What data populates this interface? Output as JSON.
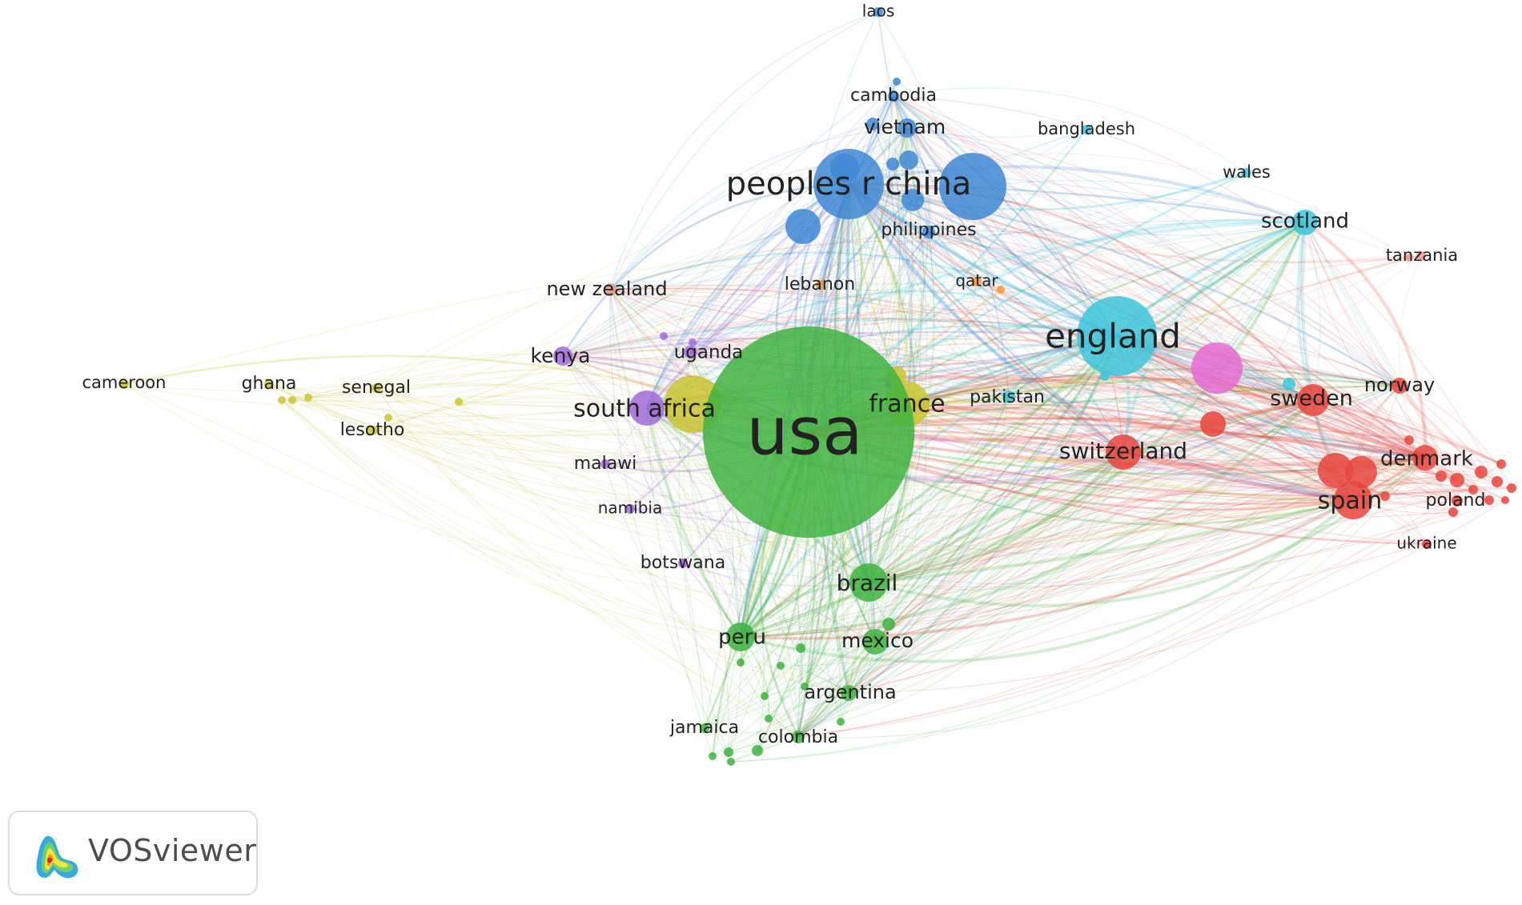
{
  "app": {
    "name": "VOSviewer"
  },
  "icons": {
    "logo": "vosviewer-logo-icon"
  },
  "colors": {
    "red": "#e8453c",
    "green": "#3fb33f",
    "blue": "#3f87d4",
    "yellow": "#c9c431",
    "purple": "#a06bd8",
    "cyan": "#3ec4d9",
    "orange": "#f29a2e",
    "pink": "#e46bd3",
    "salmon": "#ea9a8a",
    "brown": "#b58a52"
  },
  "network": {
    "nodes": [
      {
        "id": "usa",
        "label": "usa",
        "cluster": "green",
        "weight": 100,
        "fontsize": 82
      },
      {
        "id": "peoples_r_china",
        "label": "peoples r china",
        "cluster": "blue",
        "weight": 44,
        "fontsize": 40
      },
      {
        "id": "england",
        "label": "england",
        "cluster": "cyan",
        "weight": 42,
        "fontsize": 42
      },
      {
        "id": "south_africa",
        "label": "south africa",
        "cluster": "purple",
        "weight": 22,
        "fontsize": 30
      },
      {
        "id": "france",
        "label": "france",
        "cluster": "yellow",
        "weight": 20,
        "fontsize": 30
      },
      {
        "id": "brazil",
        "label": "brazil",
        "cluster": "green",
        "weight": 18,
        "fontsize": 28
      },
      {
        "id": "spain",
        "label": "spain",
        "cluster": "red",
        "weight": 20,
        "fontsize": 30
      },
      {
        "id": "switzerland",
        "label": "switzerland",
        "cluster": "red",
        "weight": 18,
        "fontsize": 28
      },
      {
        "id": "sweden",
        "label": "sweden",
        "cluster": "red",
        "weight": 16,
        "fontsize": 27
      },
      {
        "id": "denmark",
        "label": "denmark",
        "cluster": "red",
        "weight": 15,
        "fontsize": 26
      },
      {
        "id": "scotland",
        "label": "scotland",
        "cluster": "cyan",
        "weight": 14,
        "fontsize": 26
      },
      {
        "id": "peru",
        "label": "peru",
        "cluster": "green",
        "weight": 14,
        "fontsize": 26
      },
      {
        "id": "mexico",
        "label": "mexico",
        "cluster": "green",
        "weight": 12,
        "fontsize": 25
      },
      {
        "id": "vietnam",
        "label": "vietnam",
        "cluster": "blue",
        "weight": 12,
        "fontsize": 25
      },
      {
        "id": "kenya",
        "label": "kenya",
        "cluster": "purple",
        "weight": 12,
        "fontsize": 25
      },
      {
        "id": "norway",
        "label": "norway",
        "cluster": "red",
        "weight": 11,
        "fontsize": 24
      },
      {
        "id": "argentina",
        "label": "argentina",
        "cluster": "green",
        "weight": 10,
        "fontsize": 24
      },
      {
        "id": "new_zealand",
        "label": "new zealand",
        "cluster": "salmon",
        "weight": 10,
        "fontsize": 24
      },
      {
        "id": "uganda",
        "label": "uganda",
        "cluster": "purple",
        "weight": 10,
        "fontsize": 23
      },
      {
        "id": "philippines",
        "label": "philippines",
        "cluster": "blue",
        "weight": 9,
        "fontsize": 22
      },
      {
        "id": "cambodia",
        "label": "cambodia",
        "cluster": "blue",
        "weight": 9,
        "fontsize": 22
      },
      {
        "id": "colombia",
        "label": "colombia",
        "cluster": "green",
        "weight": 9,
        "fontsize": 22
      },
      {
        "id": "pakistan",
        "label": "pakistan",
        "cluster": "cyan",
        "weight": 9,
        "fontsize": 22
      },
      {
        "id": "lebanon",
        "label": "lebanon",
        "cluster": "orange",
        "weight": 8,
        "fontsize": 22
      },
      {
        "id": "senegal",
        "label": "senegal",
        "cluster": "yellow",
        "weight": 8,
        "fontsize": 22
      },
      {
        "id": "ghana",
        "label": "ghana",
        "cluster": "yellow",
        "weight": 8,
        "fontsize": 22
      },
      {
        "id": "malawi",
        "label": "malawi",
        "cluster": "purple",
        "weight": 8,
        "fontsize": 22
      },
      {
        "id": "botswana",
        "label": "botswana",
        "cluster": "purple",
        "weight": 8,
        "fontsize": 22
      },
      {
        "id": "lesotho",
        "label": "lesotho",
        "cluster": "yellow",
        "weight": 8,
        "fontsize": 22
      },
      {
        "id": "jamaica",
        "label": "jamaica",
        "cluster": "green",
        "weight": 8,
        "fontsize": 22
      },
      {
        "id": "poland",
        "label": "poland",
        "cluster": "red",
        "weight": 8,
        "fontsize": 22
      },
      {
        "id": "tanzania",
        "label": "tanzania",
        "cluster": "salmon",
        "weight": 7,
        "fontsize": 21
      },
      {
        "id": "bangladesh",
        "label": "bangladesh",
        "cluster": "cyan",
        "weight": 7,
        "fontsize": 21
      },
      {
        "id": "wales",
        "label": "wales",
        "cluster": "cyan",
        "weight": 7,
        "fontsize": 21
      },
      {
        "id": "qatar",
        "label": "qatar",
        "cluster": "orange",
        "weight": 7,
        "fontsize": 20
      },
      {
        "id": "namibia",
        "label": "namibia",
        "cluster": "purple",
        "weight": 7,
        "fontsize": 20
      },
      {
        "id": "cameroon",
        "label": "cameroon",
        "cluster": "yellow",
        "weight": 7,
        "fontsize": 21
      },
      {
        "id": "ukraine",
        "label": "ukraine",
        "cluster": "red",
        "weight": 7,
        "fontsize": 20
      },
      {
        "id": "laos",
        "label": "laos",
        "cluster": "blue",
        "weight": 6,
        "fontsize": 20
      }
    ]
  }
}
